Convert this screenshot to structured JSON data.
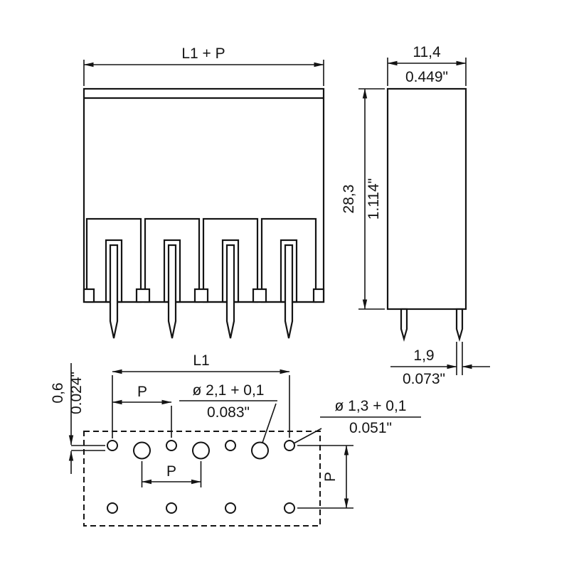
{
  "front_view": {
    "dim_total_width": "L1 + P"
  },
  "side_view": {
    "width_mm": "11,4",
    "width_inch": "0.449\"",
    "height_mm": "28,3",
    "height_inch": "1.114\"",
    "pin_width_mm": "1,9",
    "pin_width_inch": "0.073\""
  },
  "footprint": {
    "length_label": "L1",
    "pitch_top": "P",
    "pitch_mid": "P",
    "pitch_right": "P",
    "row_offset_mm": "0,6",
    "row_offset_inch": "0.024\"",
    "hole_large_dia_mm": "ø 2,1 + 0,1",
    "hole_large_dia_inch": "0.083\"",
    "hole_small_dia_mm": "ø 1,3 + 0,1",
    "hole_small_dia_inch": "0.051\""
  }
}
